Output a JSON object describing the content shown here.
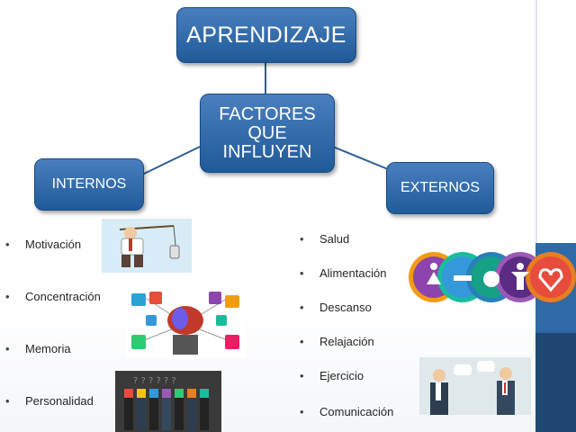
{
  "nodes": {
    "aprendizaje": "APRENDIZAJE",
    "factores": "FACTORES\nQUE\nINFLUYEN",
    "internos": "INTERNOS",
    "externos": "EXTERNOS"
  },
  "internos_items": [
    "Motivación",
    "Concentración",
    "Memoria",
    "Personalidad"
  ],
  "externos_items": [
    "Salud",
    "Alimentación",
    "Descanso",
    "Relajación",
    "Ejercicio",
    "Comunicación"
  ],
  "colors": {
    "node_top": "#4a7fbf",
    "node_bottom": "#1f5a99",
    "connector": "#2e5f95",
    "bar_mid": "#2f6aa6",
    "bar_dark": "#1f4870"
  }
}
